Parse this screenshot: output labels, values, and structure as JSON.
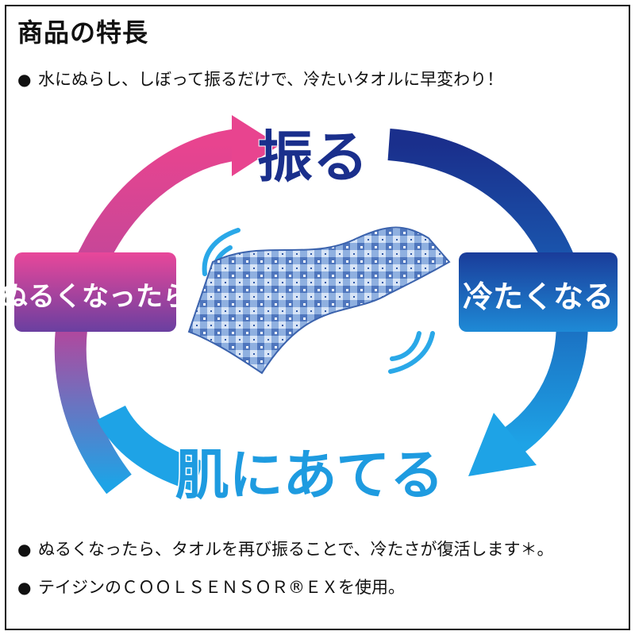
{
  "title": "商品の特長",
  "bullet_symbol": "●",
  "intro": "水にぬらし、しぼって振るだけで、冷たいタオルに早変わり！",
  "cycle": {
    "step_top": "振る",
    "step_right": "冷たくなる",
    "step_bottom": "肌にあてる",
    "step_left": "ぬるくなったら"
  },
  "footnotes": [
    "ぬるくなったら、タオルを再び振ることで、冷たさが復活します＊。",
    "テイジンのＣＯＯＬＳＥＮＳＯＲ®ＥＸを使用。"
  ],
  "colors": {
    "magenta": "#e8448f",
    "navy": "#1a2f8c",
    "sky": "#1ea3e6",
    "purple": "#6a3fa0",
    "towel": "#5a82c4"
  },
  "icons": [
    "towel-image",
    "motion-arc-icon"
  ]
}
